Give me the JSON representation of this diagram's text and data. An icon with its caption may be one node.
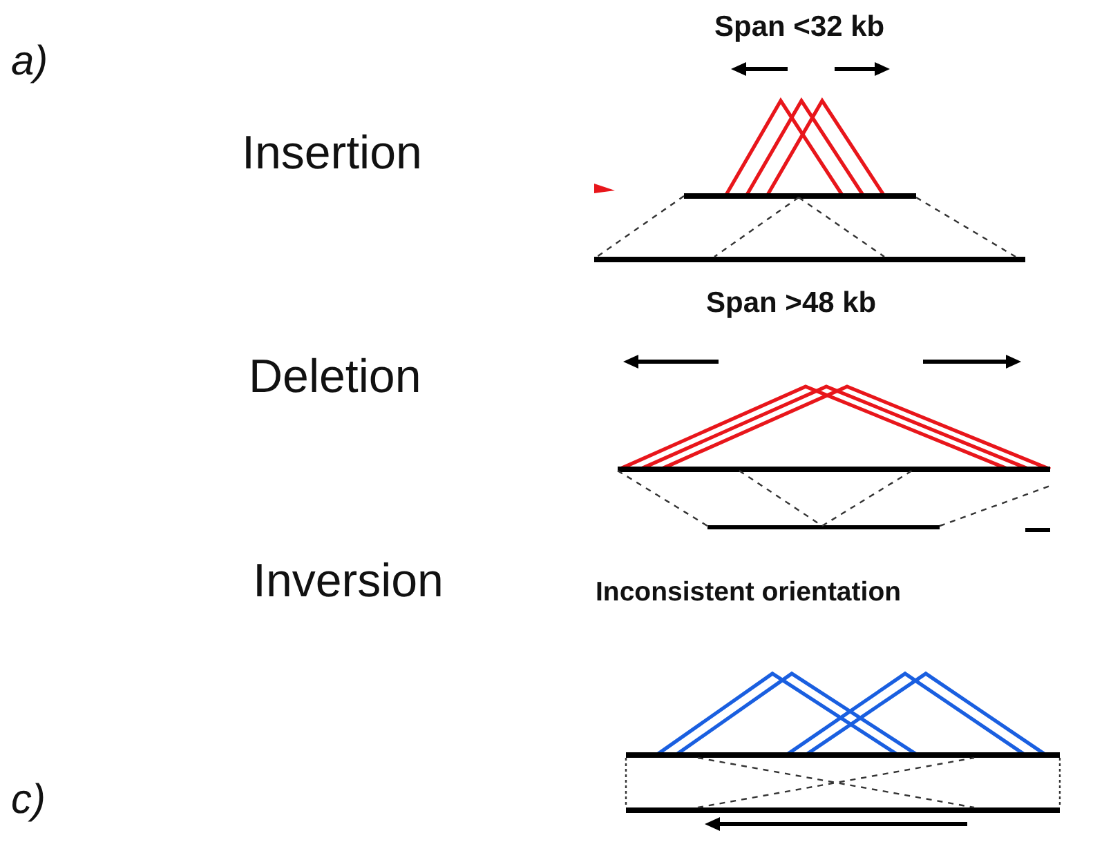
{
  "diagram": {
    "labels": [
      "a)",
      "Insertion",
      "Span <32 kb",
      "Deletion",
      "Span >48 kb",
      "Inversion",
      "Inconsistent orientation",
      "c)"
    ]
  }
}
